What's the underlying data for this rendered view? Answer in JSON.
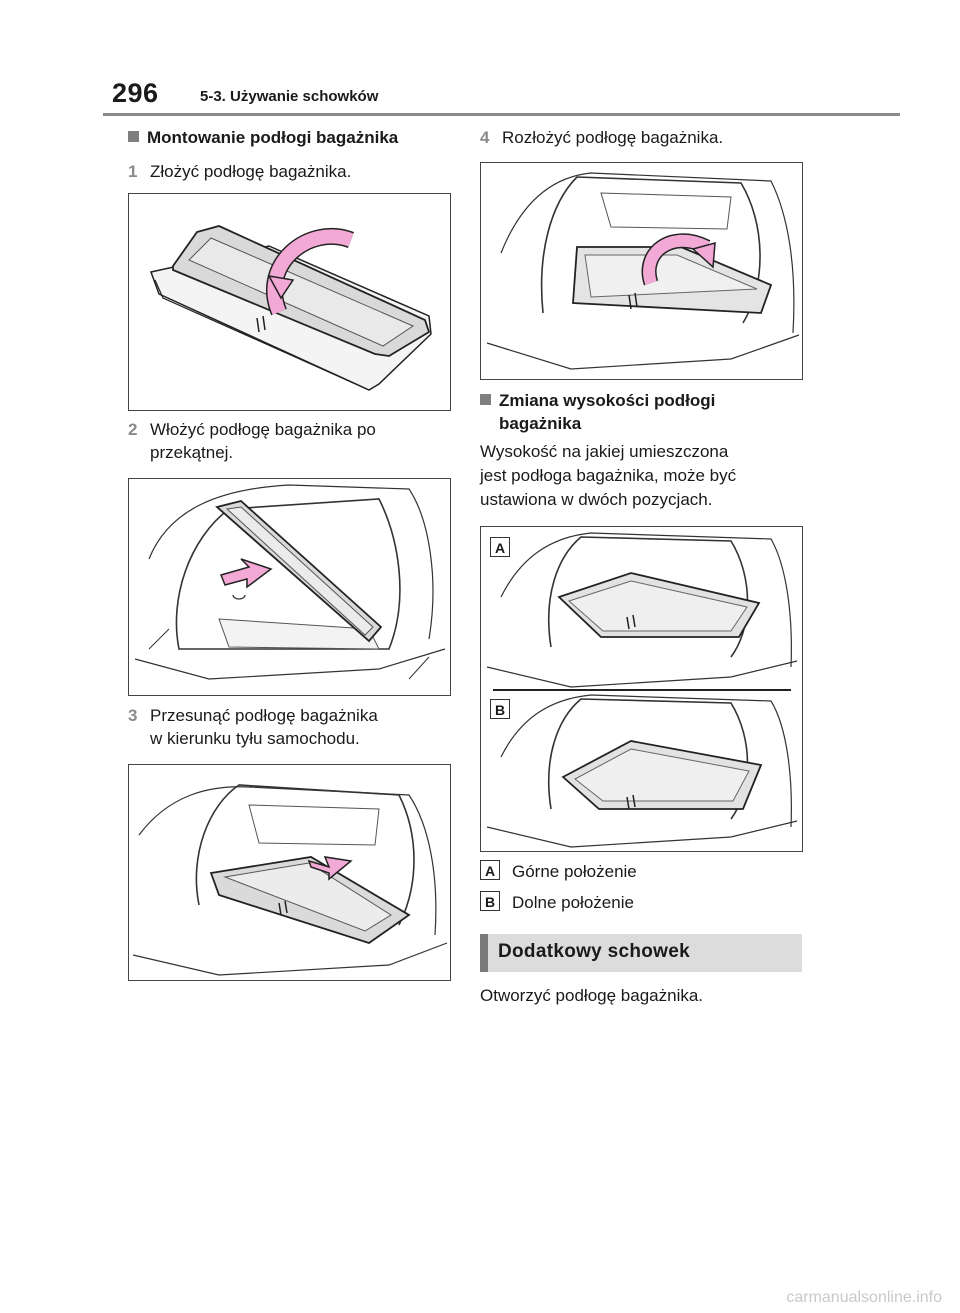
{
  "header": {
    "page_number": "296",
    "section": "5-3. Używanie schowków"
  },
  "left": {
    "heading": "Montowanie podłogi bagażnika",
    "steps": [
      {
        "num": "1",
        "text": "Złożyć podłogę bagażnika."
      },
      {
        "num": "2",
        "text_line1": "Włożyć podłogę bagażnika po",
        "text_line2": "przekątnej."
      },
      {
        "num": "3",
        "text_line1": "Przesunąć podłogę bagażnika",
        "text_line2": "w kierunku tyłu samochodu."
      }
    ]
  },
  "right": {
    "step4": {
      "num": "4",
      "text": "Rozłożyć podłogę bagażnika."
    },
    "heading_line1": "Zmiana wysokości podłogi",
    "heading_line2": "bagażnika",
    "para_lines": [
      "Wysokość na jakiej umieszczona",
      "jest podłoga bagażnika, może być",
      "ustawiona w dwóch pozycjach."
    ],
    "figure_labels": [
      "A",
      "B"
    ],
    "legend": [
      {
        "label": "A",
        "text": "Górne położenie"
      },
      {
        "label": "B",
        "text": "Dolne położenie"
      }
    ],
    "banner": "Dodatkowy schowek",
    "final_para": "Otworzyć podłogę bagażnika."
  },
  "footer": {
    "watermark": "carmanualsonline.info"
  },
  "colors": {
    "arrow_fill": "#f2a9d6",
    "floor_fill": "#e6e6e6",
    "rule": "#8a8a8a"
  }
}
